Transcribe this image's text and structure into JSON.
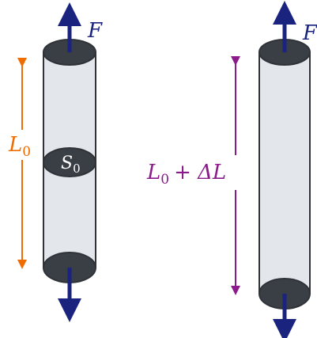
{
  "force": {
    "symbol": "F"
  },
  "original": {
    "length_base": "L",
    "length_sub": "0",
    "area_base": "S",
    "area_sub": "0"
  },
  "stretched": {
    "length_base": "L",
    "length_sub": "0",
    "length_rest": "+ ΔL"
  },
  "colors": {
    "arrow_force": "#1a237e",
    "length_original": "#ef6c00",
    "length_stretched": "#8b1a8b",
    "cylinder_body": "#e3e7eb",
    "cylinder_outline": "#2f3338",
    "cylinder_cap": "#3a3f45",
    "label_on_dark": "#ffffff"
  }
}
